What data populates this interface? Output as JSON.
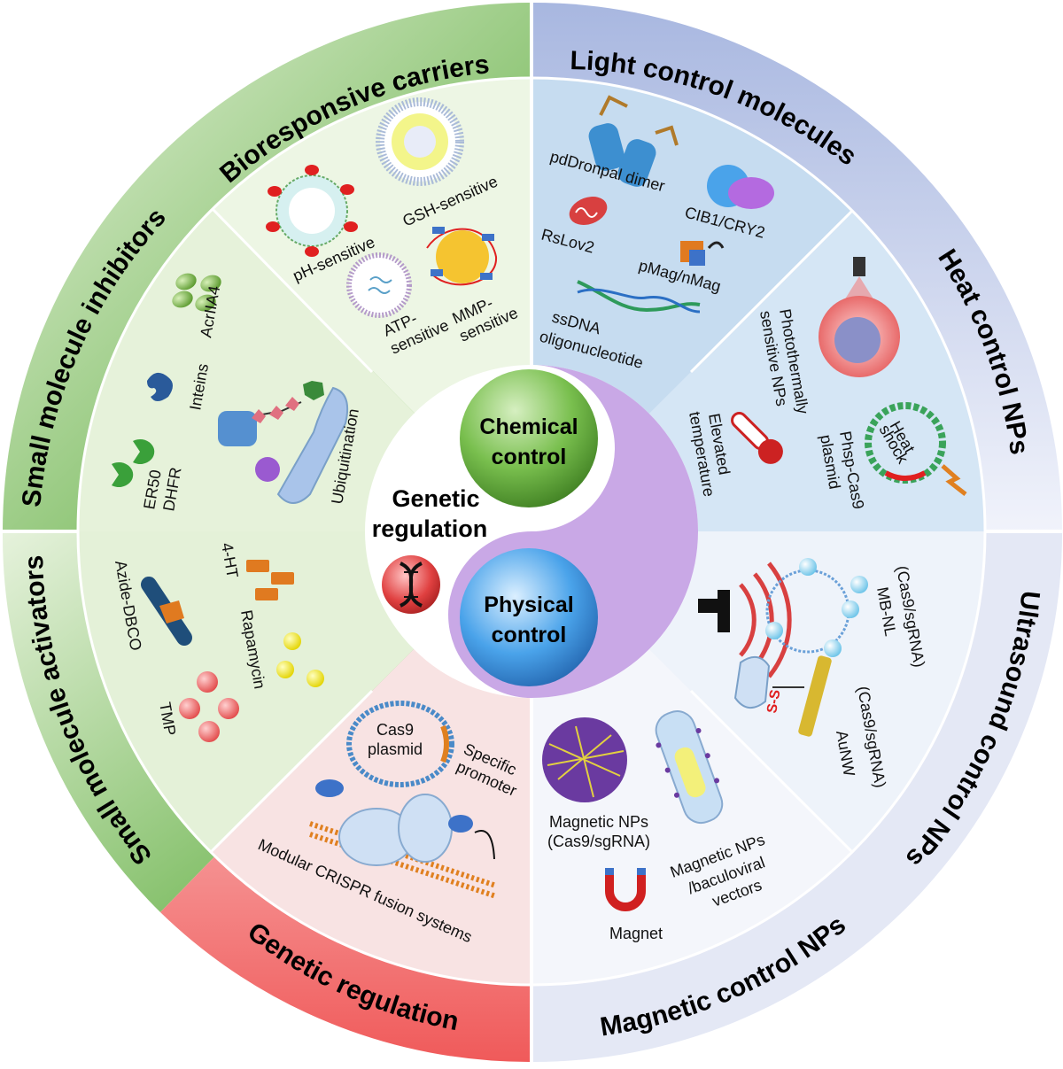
{
  "center": {
    "chemical_line1": "Chemical",
    "chemical_line2": "control",
    "physical_line1": "Physical",
    "physical_line2": "control",
    "genetic_line1": "Genetic",
    "genetic_line2": "regulation"
  },
  "ring": {
    "bioresponsive": "Bioresponsive carriers",
    "light": "Light control molecules",
    "heat": "Heat control NPs",
    "ultrasound": "Ultrasound control NPs",
    "magnetic": "Magnetic control NPs",
    "genetic": "Genetic regulation",
    "activators": "Small molecule activators",
    "inhibitors": "Small  molecule inhibitors"
  },
  "bioresponsive": {
    "ph": "pH-sensitive",
    "gsh": "GSH-sensitive",
    "atp_1": "ATP-",
    "atp_2": "sensitive",
    "mmp_1": "MMP-",
    "mmp_2": "sensitive"
  },
  "light": {
    "pddronpa": "pdDronpal dimer",
    "cib": "CIB1/CRY2",
    "rslov": "RsLov2",
    "pmag": "pMag/nMag",
    "ssdna_1": "ssDNA",
    "ssdna_2": "oligonucleotide"
  },
  "heat": {
    "ptnps_1": "Photothermally",
    "ptnps_2": "sensitive NPs",
    "elevated_1": "Elevated",
    "elevated_2": "temperature",
    "phsp_1": "Phsp-Cas9",
    "phsp_2": "plasmid",
    "shock_1": "Heat",
    "shock_2": "shock"
  },
  "ultrasound": {
    "mbnl_1": "MB-NL",
    "mbnl_2": "(Cas9/sgRNA)",
    "aunw_1": "AuNW",
    "aunw_2": "(Cas9/sgRNA)",
    "ss": "S-S"
  },
  "magnetic": {
    "mnp_1": "Magnetic NPs",
    "mnp_2": "(Cas9/sgRNA)",
    "bac_1": "Magnetic NPs",
    "bac_2": "/baculoviral",
    "bac_3": "vectors",
    "magnet": "Magnet"
  },
  "genetic": {
    "cas9_1": "Cas9",
    "cas9_2": "plasmid",
    "spec_1": "Specific",
    "spec_2": "promoter",
    "modular": "Modular CRISPR fusion systems"
  },
  "activators": {
    "azide": "Azide-DBCO",
    "ht": "4-HT",
    "rapa": "Rapamycin",
    "tmp": "TMP"
  },
  "inhibitors": {
    "acr": "AcrIIA4",
    "inteins": "Inteins",
    "ubiq": "Ubiquitination",
    "er50": "ER50",
    "dhfr": "DHFR"
  },
  "colors": {
    "chemical_green": "#6aa84f",
    "physical_blue": "#2f7fd0",
    "genetic_red": "#e04848",
    "yin_purple": "#c9a8e6"
  }
}
